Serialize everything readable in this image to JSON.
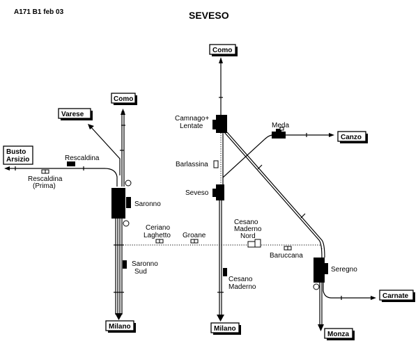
{
  "header": {
    "code": "A171 B1 feb 03",
    "title": "SEVESO"
  },
  "destinations": {
    "como_top": "Como",
    "como_left": "Como",
    "varese": "Varese",
    "busto_line1": "Busto",
    "busto_line2": "Arsizio",
    "canzo": "Canzo",
    "carnate": "Carnate",
    "milano_left": "Milano",
    "milano_center": "Milano",
    "monza": "Monza"
  },
  "stations": {
    "rescaldina": "Rescaldina",
    "rescaldina_prima_1": "Rescaldina",
    "rescaldina_prima_2": "(Prima)",
    "saronno": "Saronno",
    "saronno_sud_1": "Saronno",
    "saronno_sud_2": "Sud",
    "ceriano_1": "Ceriano",
    "ceriano_2": "Laghetto",
    "groane": "Groane",
    "camnago_1": "Camnago+",
    "camnago_2": "Lentate",
    "barlassina": "Barlassina",
    "seveso": "Seveso",
    "cesano_nord_1": "Cesano",
    "cesano_nord_2": "Maderno",
    "cesano_nord_3": "Nord",
    "meda": "Meda",
    "baruccana": "Baruccana",
    "cesano_1": "Cesano",
    "cesano_2": "Maderno",
    "seregno": "Seregno"
  }
}
